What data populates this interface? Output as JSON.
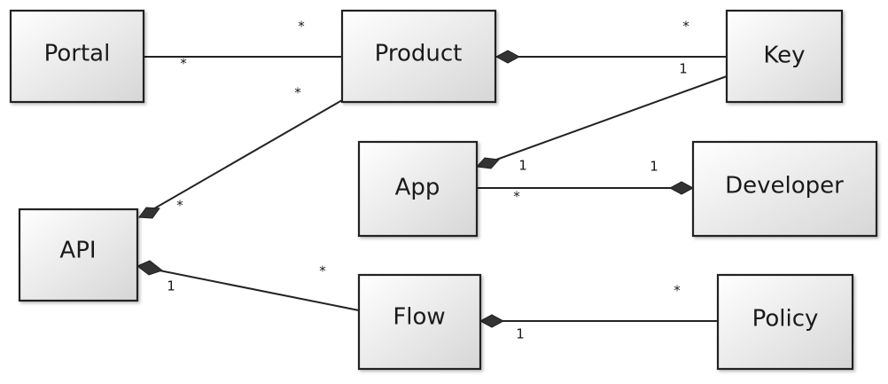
{
  "diagram": {
    "type": "uml-class-diagram",
    "nodes": [
      {
        "id": "portal",
        "label": "Portal"
      },
      {
        "id": "product",
        "label": "Product"
      },
      {
        "id": "key",
        "label": "Key"
      },
      {
        "id": "app",
        "label": "App"
      },
      {
        "id": "developer",
        "label": "Developer"
      },
      {
        "id": "api",
        "label": "API"
      },
      {
        "id": "flow",
        "label": "Flow"
      },
      {
        "id": "policy",
        "label": "Policy"
      }
    ],
    "edges": [
      {
        "id": "portal-product",
        "from": "portal",
        "to": "product",
        "composition": false,
        "from_mult": "*",
        "to_mult": "*"
      },
      {
        "id": "product-key",
        "from": "product",
        "to": "key",
        "composition": true,
        "from_mult": "",
        "to_mult": "* 1"
      },
      {
        "id": "api-product",
        "from": "api",
        "to": "product",
        "composition": true,
        "from_mult": "*",
        "to_mult": "*"
      },
      {
        "id": "app-key",
        "from": "app",
        "to": "key",
        "composition": true,
        "from_mult": "1",
        "to_mult": ""
      },
      {
        "id": "app-developer",
        "from": "app",
        "to": "developer",
        "composition": true,
        "from_mult": "*",
        "to_mult": "1"
      },
      {
        "id": "api-flow",
        "from": "api",
        "to": "flow",
        "composition": true,
        "from_mult": "1",
        "to_mult": "*"
      },
      {
        "id": "flow-policy",
        "from": "flow",
        "to": "policy",
        "composition": true,
        "from_mult": "1",
        "to_mult": "*"
      }
    ],
    "multiplicities": {
      "portal_product_near_portal": "*",
      "portal_product_near_product": "*",
      "product_key_upper": "*",
      "product_key_lower": "1",
      "api_product_near_product": "*",
      "api_product_near_api": "*",
      "app_key_near_app": "1",
      "app_developer_near_app": "*",
      "app_developer_near_developer": "1",
      "api_flow_near_api": "1",
      "api_flow_near_flow": "*",
      "flow_policy_near_flow": "1",
      "flow_policy_near_policy": "*"
    }
  }
}
